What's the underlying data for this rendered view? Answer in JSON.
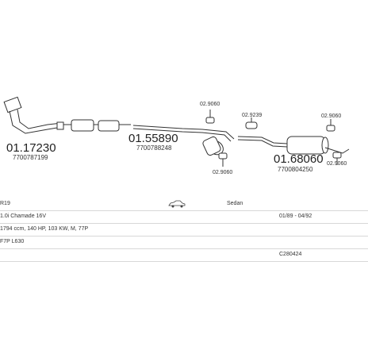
{
  "parts": [
    {
      "number": "01.17230",
      "oem": "7700787199"
    },
    {
      "number": "01.55890",
      "oem": "7700788248"
    },
    {
      "number": "01.68060",
      "oem": "7700804250"
    }
  ],
  "fittings": {
    "f1": "02.9060",
    "f2": "02.9239",
    "f3": "02.9060",
    "f4": "02.9060",
    "f5": "02.9060"
  },
  "info": {
    "model": "R19",
    "body_type": "Sedan",
    "engine": "1.0i Chamade 16V",
    "years": "01/89 - 04/92",
    "specs": "1794 ccm, 140 HP, 103 KW, M, 77P",
    "code": "F7P L630",
    "catalog": "C280424"
  },
  "icons": {
    "car": "car-icon"
  }
}
